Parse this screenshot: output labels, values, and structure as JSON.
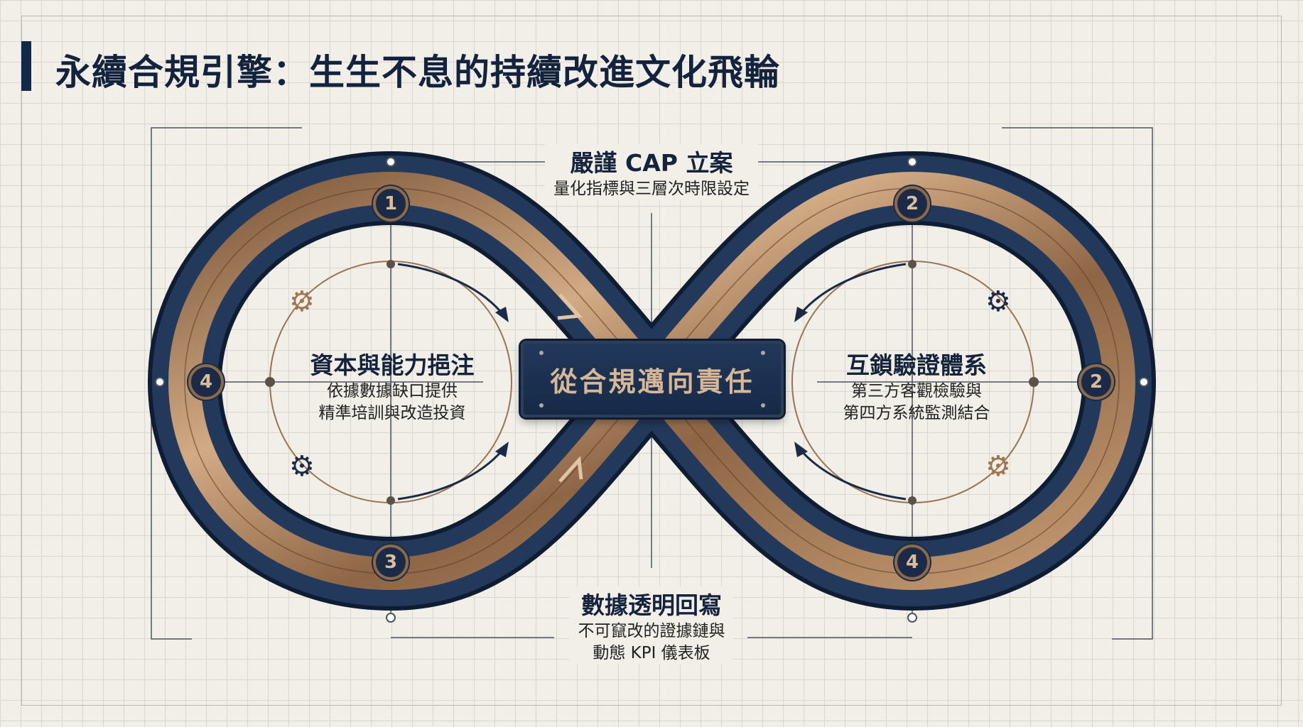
{
  "title": "永續合規引擎：生生不息的持續改進文化飛輪",
  "center": "從合規邁向責任",
  "stages": {
    "top": {
      "title": "嚴謹 CAP 立案",
      "sub": [
        "量化指標與三層次時限設定"
      ]
    },
    "right": {
      "title": "互鎖驗證體系",
      "sub": [
        "第三方客觀檢驗與",
        "第四方系統監測結合"
      ]
    },
    "bottom": {
      "title": "數據透明回寫",
      "sub": [
        "不可竄改的證據鏈與",
        "動態 KPI 儀表板"
      ]
    },
    "left": {
      "title": "資本與能力挹注",
      "sub": [
        "依據數據缺口提供",
        "精準培訓與改造投資"
      ]
    }
  },
  "badges": {
    "top_left": "1",
    "top_right": "2",
    "right": "2",
    "bottom_left": "3",
    "bottom_right": "4",
    "left": "4"
  },
  "colors": {
    "navy": "#1b2b47",
    "bronze": "#a97e58",
    "background": "#f1efe8"
  }
}
